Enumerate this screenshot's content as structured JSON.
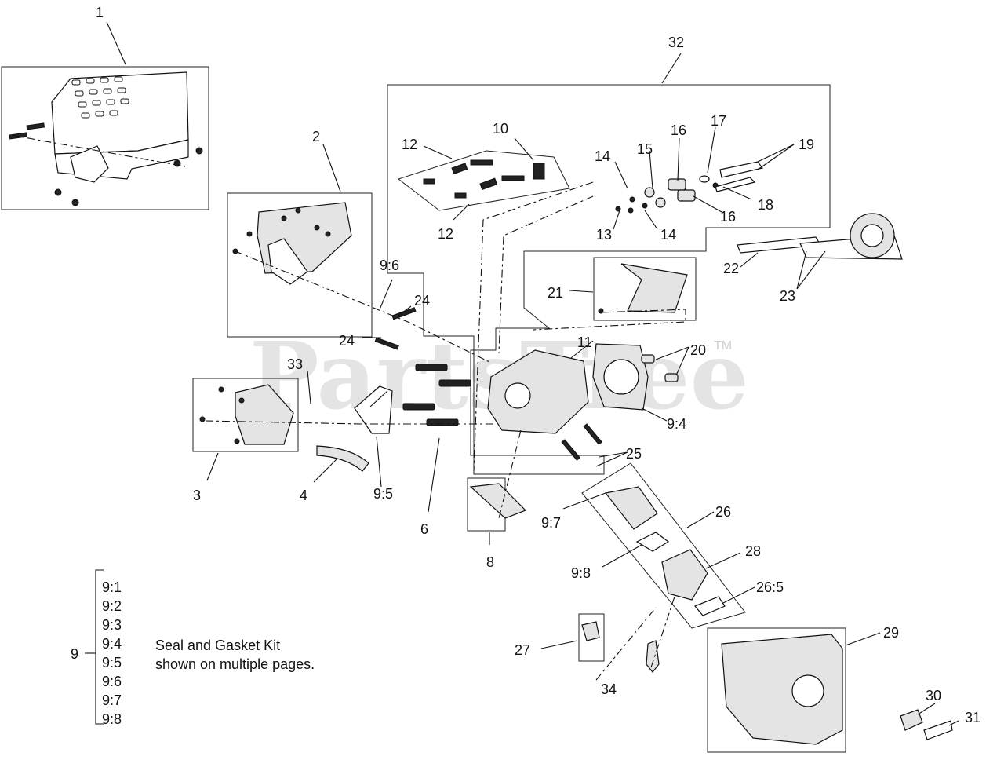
{
  "watermark": {
    "text": "PartsTree",
    "tm": "TM"
  },
  "callouts": {
    "c1": "1",
    "c2": "2",
    "c3": "3",
    "c4": "4",
    "c6": "6",
    "c8": "8",
    "c9_6": "9:6",
    "c9_5": "9:5",
    "c9_4": "9:4",
    "c9_7": "9:7",
    "c9_8": "9:8",
    "c10": "10",
    "c11": "11",
    "c12a": "12",
    "c12b": "12",
    "c13": "13",
    "c14a": "14",
    "c14b": "14",
    "c15": "15",
    "c16a": "16",
    "c16b": "16",
    "c17": "17",
    "c18": "18",
    "c19": "19",
    "c20": "20",
    "c21": "21",
    "c22": "22",
    "c23": "23",
    "c24a": "24",
    "c24b": "24",
    "c25": "25",
    "c26": "26",
    "c26_5": "26:5",
    "c27": "27",
    "c28": "28",
    "c29": "29",
    "c30": "30",
    "c31": "31",
    "c32": "32",
    "c33": "33",
    "c34": "34"
  },
  "kit_legend": {
    "number": "9",
    "items": [
      "9:1",
      "9:2",
      "9:3",
      "9:4",
      "9:5",
      "9:6",
      "9:7",
      "9:8"
    ],
    "note_line1": "Seal and Gasket Kit",
    "note_line2": "shown on multiple pages."
  }
}
